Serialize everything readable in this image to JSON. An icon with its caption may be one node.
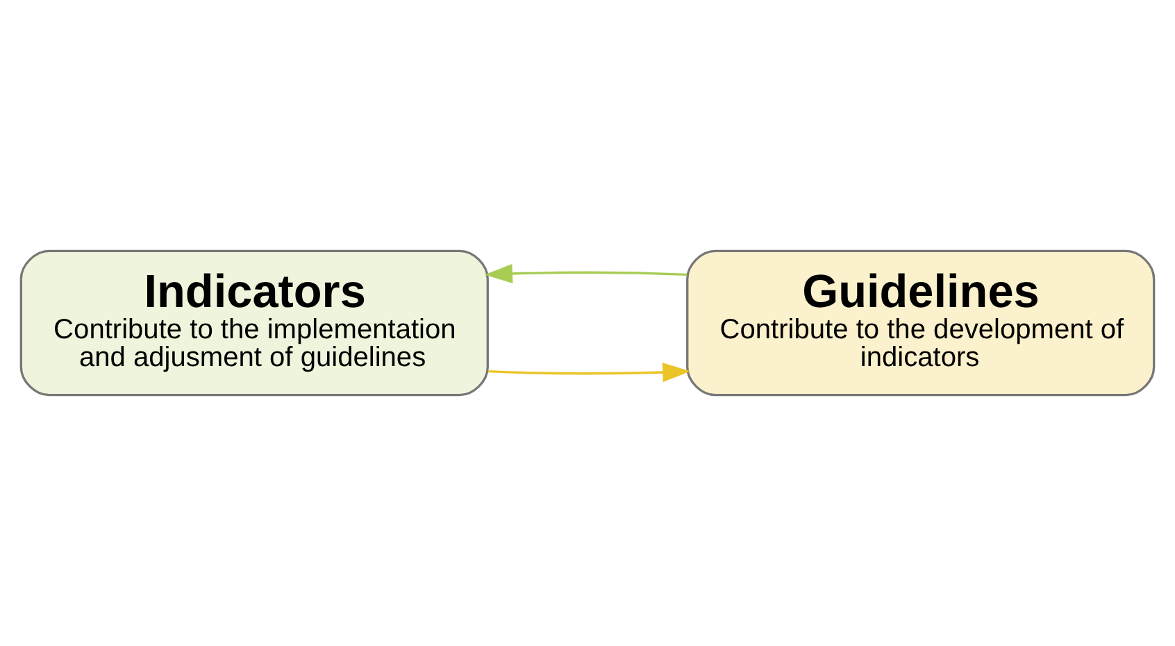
{
  "diagram": {
    "nodes": [
      {
        "text": [
          "Indicators",
          "Contribute to the implementation and adjusment of guidelines"
        ]
      },
      {
        "text": [
          "Guidelines",
          "Contribute to the development of indicators"
        ]
      }
    ],
    "edges": [
      {
        "from": 1,
        "to": 0,
        "arrow": "to",
        "color": "#a9cc55"
      },
      {
        "from": 0,
        "to": 1,
        "arrow": "to",
        "color": "#ebc428"
      }
    ]
  }
}
